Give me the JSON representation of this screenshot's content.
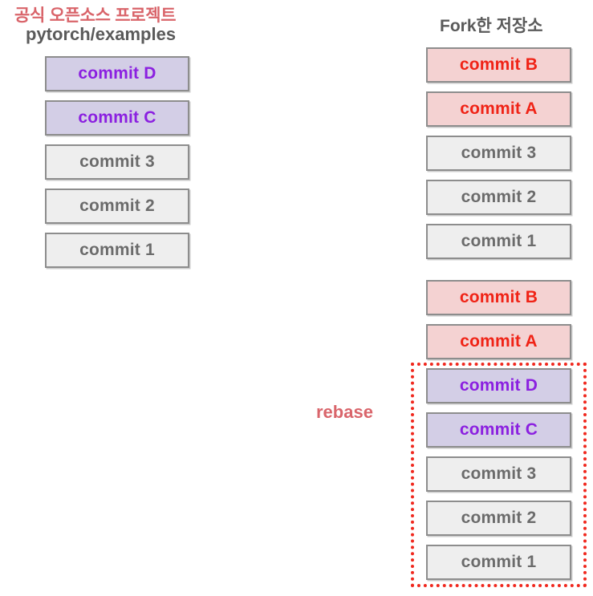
{
  "diagram": {
    "title_left_korean": "공식 오픈소스 프로젝트",
    "title_left_repo": "pytorch/examples",
    "title_right": "Fork한 저장소",
    "rebase_label": "rebase",
    "colors": {
      "korean_header": "#d9646a",
      "gray_header": "#5a5a5a",
      "purple_text": "#8b20e0",
      "purple_fill": "#d3cee6",
      "red_text": "#f02316",
      "red_fill": "#f4d2d2",
      "plain_text": "#6b6b6b",
      "plain_fill": "#eeeeee",
      "box_border": "#8d8d8d",
      "rebase_border": "#f0281e",
      "rebase_label_color": "#d9656b"
    },
    "upstream_stack": [
      {
        "label": "commit D",
        "style": "purple"
      },
      {
        "label": "commit C",
        "style": "purple"
      },
      {
        "label": "commit 3",
        "style": "plain"
      },
      {
        "label": "commit 2",
        "style": "plain"
      },
      {
        "label": "commit 1",
        "style": "plain"
      }
    ],
    "fork_stack_before": [
      {
        "label": "commit B",
        "style": "red"
      },
      {
        "label": "commit A",
        "style": "red"
      },
      {
        "label": "commit 3",
        "style": "plain"
      },
      {
        "label": "commit 2",
        "style": "plain"
      },
      {
        "label": "commit 1",
        "style": "plain"
      }
    ],
    "fork_stack_after": [
      {
        "label": "commit B",
        "style": "red",
        "in_rebase": false
      },
      {
        "label": "commit A",
        "style": "red",
        "in_rebase": false
      },
      {
        "label": "commit D",
        "style": "purple",
        "in_rebase": true
      },
      {
        "label": "commit C",
        "style": "purple",
        "in_rebase": true
      },
      {
        "label": "commit 3",
        "style": "plain",
        "in_rebase": true
      },
      {
        "label": "commit 2",
        "style": "plain",
        "in_rebase": true
      },
      {
        "label": "commit 1",
        "style": "plain",
        "in_rebase": true
      }
    ]
  }
}
